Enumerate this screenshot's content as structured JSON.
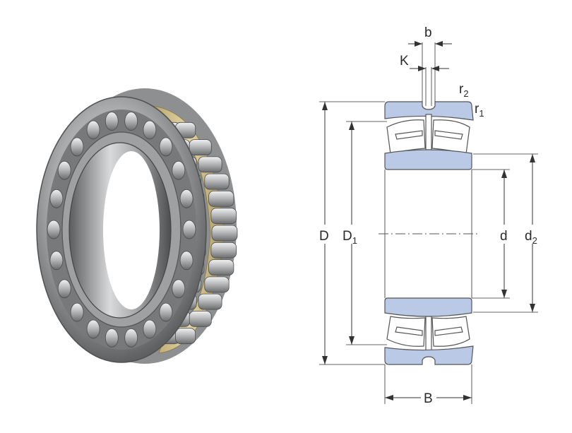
{
  "diagram": {
    "labels": {
      "D": "D",
      "D1_main": "D",
      "D1_sub": "1",
      "d": "d",
      "d2_main": "d",
      "d2_sub": "2",
      "B": "B",
      "b": "b",
      "K": "K",
      "r1_main": "r",
      "r1_sub": "1",
      "r2_main": "r",
      "r2_sub": "2"
    },
    "colors": {
      "ring_fill": "#b9c9e6",
      "line": "#333333",
      "cage_brass": "#d8c48e",
      "steel": "#a9abad"
    }
  }
}
